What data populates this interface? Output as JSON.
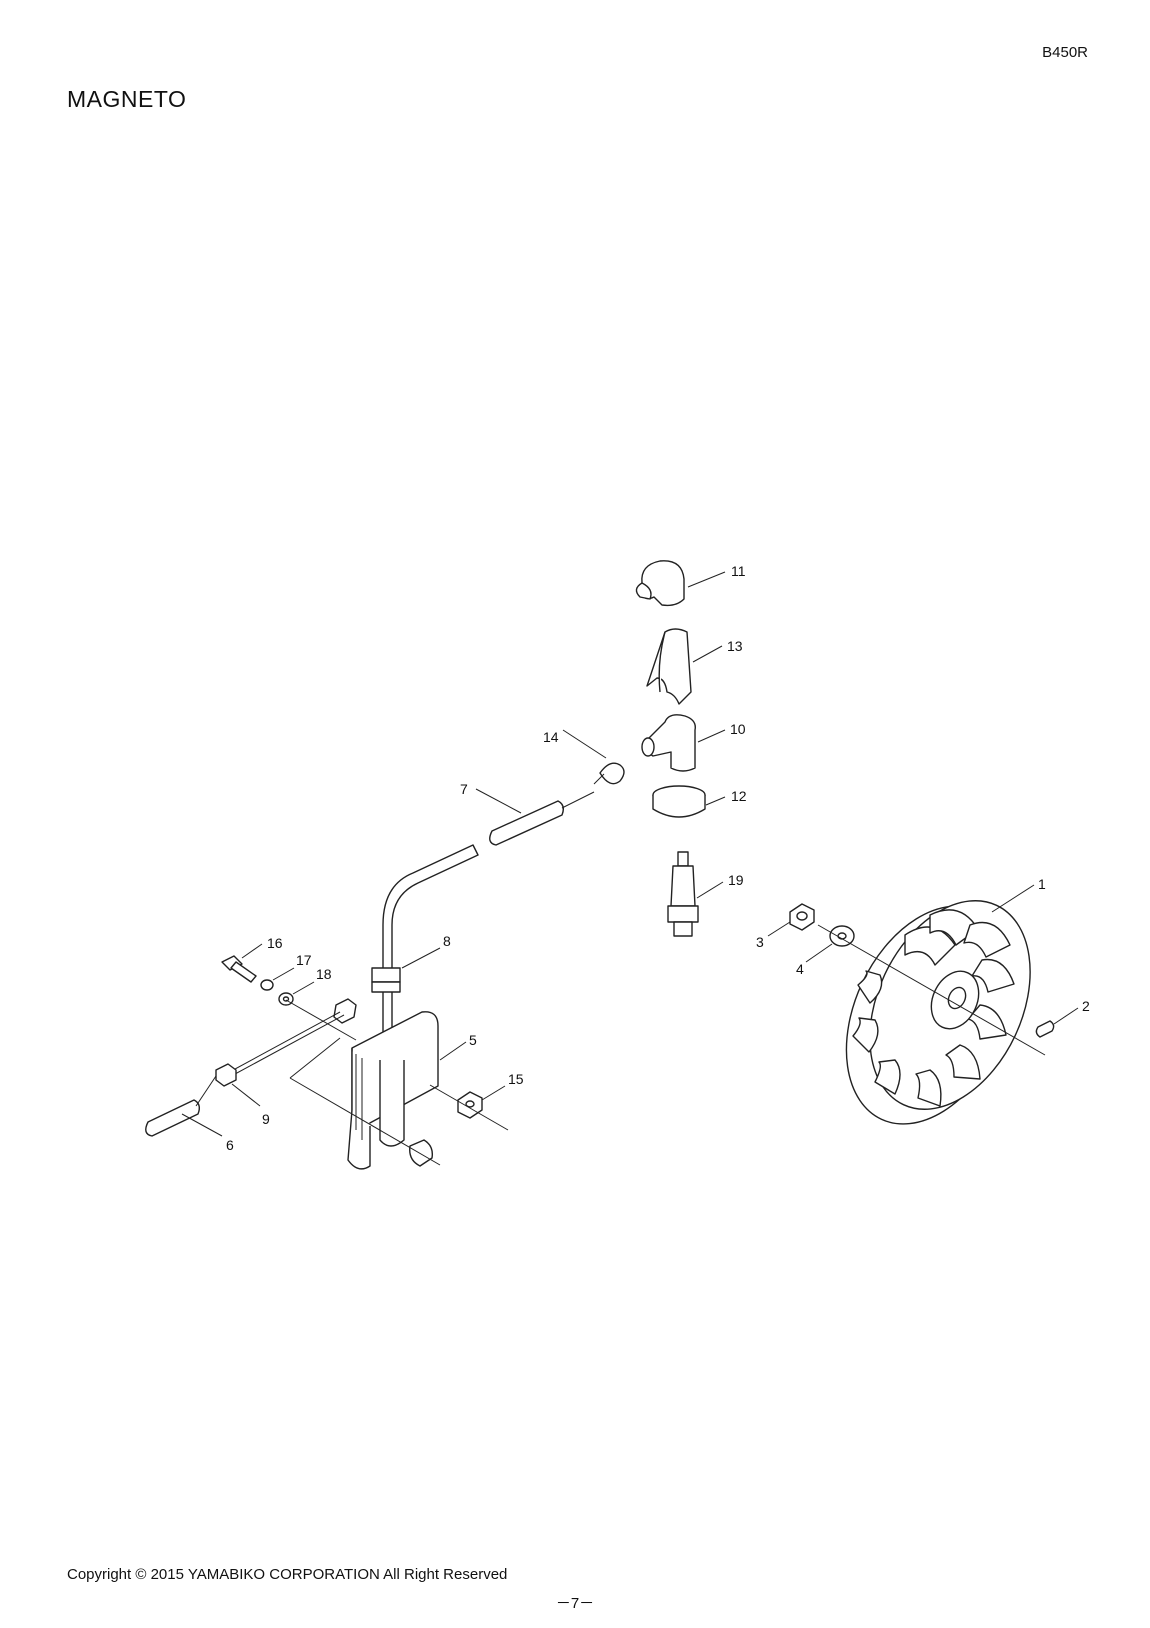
{
  "header": {
    "model": "B450R",
    "title": "MAGNETO"
  },
  "footer": {
    "copyright": "Copyright © 2015 YAMABIKO CORPORATION All Right Reserved",
    "page": "－7－"
  },
  "callouts": {
    "c1": "1",
    "c2": "2",
    "c3": "3",
    "c4": "4",
    "c5": "5",
    "c6": "6",
    "c7": "7",
    "c8": "8",
    "c9": "9",
    "c10": "10",
    "c11": "11",
    "c12": "12",
    "c13": "13",
    "c14": "14",
    "c15": "15",
    "c16": "16",
    "c17": "17",
    "c18": "18",
    "c19": "19"
  }
}
